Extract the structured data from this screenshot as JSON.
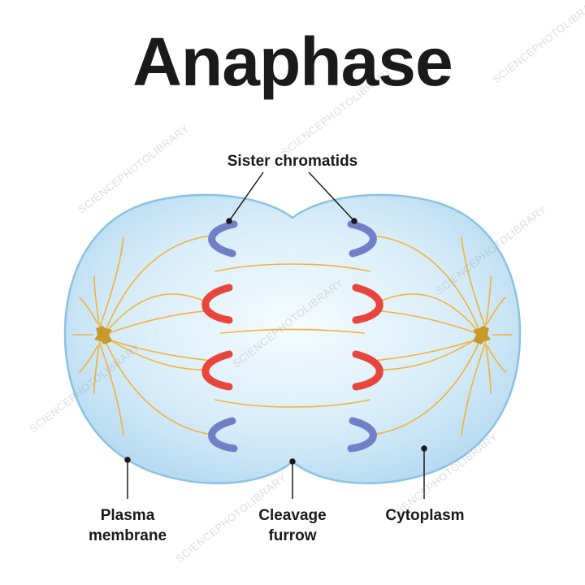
{
  "title": "Anaphase",
  "labels": {
    "sister_chromatids": "Sister chromatids",
    "plasma_membrane_line1": "Plasma",
    "plasma_membrane_line2": "membrane",
    "cleavage_furrow_line1": "Cleavage",
    "cleavage_furrow_line2": "furrow",
    "cytoplasm": "Cytoplasm"
  },
  "watermark": "SCIENCEPHOTOLIBRARY",
  "colors": {
    "cell_fill_center": "#f4fbff",
    "cell_fill_edge": "#bfe0f4",
    "cell_outline": "#7fb8df",
    "spindle": "#f2b335",
    "chromatid_blue": "#6f7fc8",
    "chromatid_red": "#e8453c",
    "centrosome": "#c79a2a",
    "leader_line": "#1a1a1a"
  }
}
